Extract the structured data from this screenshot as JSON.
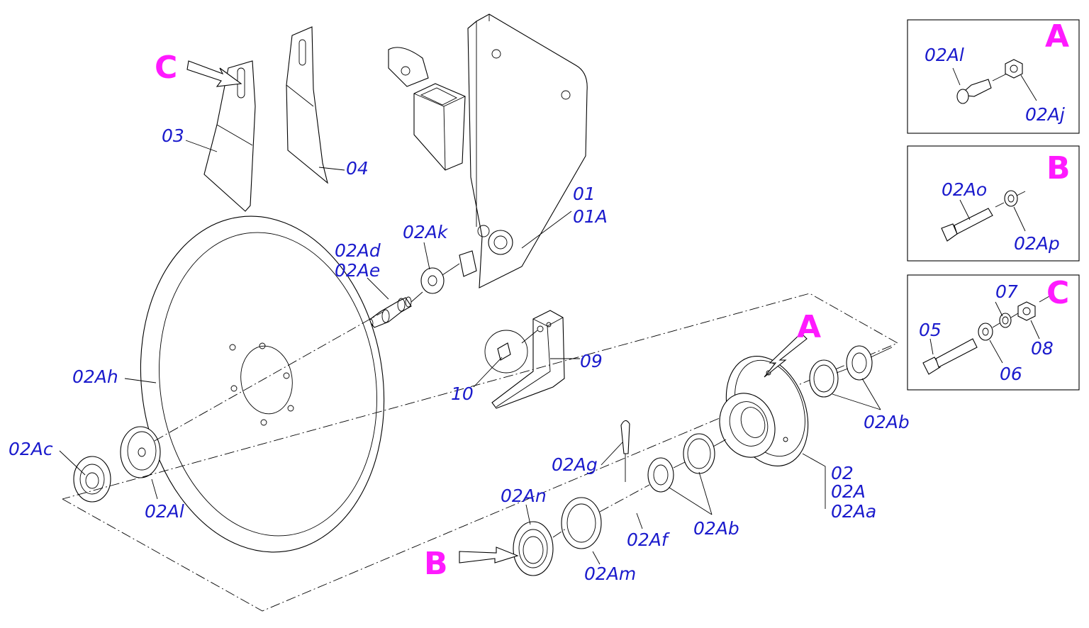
{
  "diagram": {
    "view_letters": {
      "c_main": "C",
      "a_main": "A",
      "b_main": "B",
      "a_inset": "A",
      "b_inset": "B",
      "c_inset": "C"
    },
    "labels": {
      "p03": "03",
      "p04": "04",
      "p01": "01",
      "p01A": "01A",
      "p02Ak": "02Ak",
      "p02Ad": "02Ad",
      "p02Ae": "02Ae",
      "p09": "09",
      "p10": "10",
      "p02Ah": "02Ah",
      "p02Ac": "02Ac",
      "p02Al_main": "02Al",
      "p02Ag": "02Ag",
      "p02An": "02An",
      "p02Am": "02Am",
      "p02Af": "02Af",
      "p02Ab_low": "02Ab",
      "p02Ab_high": "02Ab",
      "p02": "02",
      "p02A": "02A",
      "p02Aa": "02Aa",
      "inset_a_02Al": "02Al",
      "inset_a_02Aj": "02Aj",
      "inset_b_02Ao": "02Ao",
      "inset_b_02Ap": "02Ap",
      "inset_c_05": "05",
      "inset_c_06": "06",
      "inset_c_07": "07",
      "inset_c_08": "08"
    },
    "colors": {
      "callout": "#1a1acc",
      "view_letter": "#ff1aff",
      "line": "#000000",
      "background": "#ffffff"
    }
  }
}
